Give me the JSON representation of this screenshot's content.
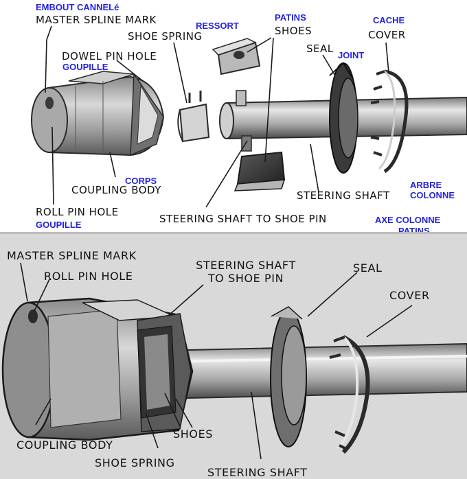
{
  "colors": {
    "french_label": "#2323e0",
    "english_label": "#111111",
    "top_background": "#ffffff",
    "bottom_background": "#d9d9d9"
  },
  "top": {
    "english": {
      "master_spline_mark": "MASTER SPLINE MARK",
      "dowel_pin_hole": "DOWEL PIN HOLE",
      "shoe_spring": "SHOE SPRING",
      "shoes": "SHOES",
      "seal": "SEAL",
      "cover": "COVER",
      "coupling_body": "COUPLING BODY",
      "roll_pin_hole": "ROLL PIN HOLE",
      "steering_shaft": "STEERING SHAFT",
      "steering_shaft_to_shoe_pin": "STEERING SHAFT TO SHOE PIN"
    },
    "french": {
      "embout_cannele": "EMBOUT CANNELé",
      "ressort": "RESSORT",
      "patins": "PATINS",
      "joint": "JOINT",
      "cache": "CACHE",
      "goupille_dowel": "GOUPILLE",
      "corps": "CORPS",
      "arbre": "ARBRE",
      "colonne": "COLONNE",
      "goupille_roll": "GOUPILLE",
      "axe_colonne": "AXE COLONNE",
      "patins_axe": "PATINS"
    }
  },
  "bottom": {
    "english": {
      "master_spline_mark": "MASTER SPLINE MARK",
      "roll_pin_hole": "ROLL PIN HOLE",
      "steering_shaft_to_shoe_pin_line1": "STEERING SHAFT",
      "steering_shaft_to_shoe_pin_line2": "TO SHOE PIN",
      "seal": "SEAL",
      "cover": "COVER",
      "shoes": "SHOES",
      "coupling_body": "COUPLING BODY",
      "shoe_spring": "SHOE SPRING",
      "steering_shaft": "STEERING SHAFT"
    }
  }
}
